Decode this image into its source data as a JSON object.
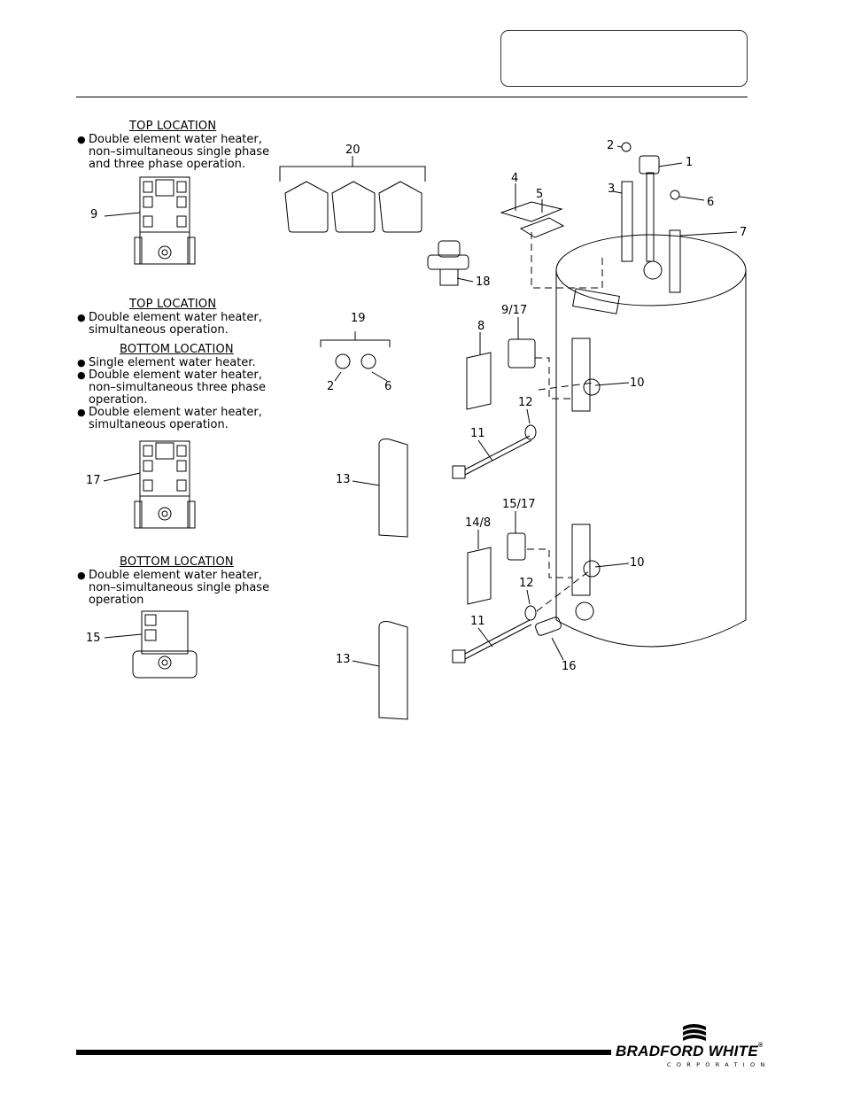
{
  "header": {
    "box_text": ""
  },
  "left_panel": {
    "sec1": {
      "heading": "TOP LOCATION",
      "bullets": [
        "Double element water heater, non–simultaneous single phase and three phase operation."
      ],
      "part": "9"
    },
    "sec2": {
      "heading": "TOP LOCATION",
      "bullets": [
        "Double element water heater, simultaneous operation."
      ],
      "heading2": "BOTTOM LOCATION",
      "bullets2": [
        "Single element water heater.",
        "Double element water heater, non–simultaneous three phase operation.",
        "Double element water heater, simultaneous operation."
      ],
      "part": "17"
    },
    "sec3": {
      "heading": "BOTTOM LOCATION",
      "bullets": [
        "Double element water heater, non–simultaneous single phase operation"
      ],
      "part": "15"
    }
  },
  "callouts": {
    "c1": "1",
    "c2": "2",
    "c3": "3",
    "c4": "4",
    "c5": "5",
    "c6": "6",
    "c7": "7",
    "c8": "8",
    "c917": "9/17",
    "c10a": "10",
    "c10b": "10",
    "c11a": "11",
    "c11b": "11",
    "c12a": "12",
    "c12b": "12",
    "c13a": "13",
    "c13b": "13",
    "c148": "14/8",
    "c1517": "15/17",
    "c16": "16",
    "c18": "18",
    "c19": "19",
    "c19_2": "2",
    "c19_6": "6",
    "c20": "20"
  },
  "footer": {
    "brand": "BRADFORD WHITE",
    "brand_mark": "®",
    "corp": "CORPORATION"
  }
}
